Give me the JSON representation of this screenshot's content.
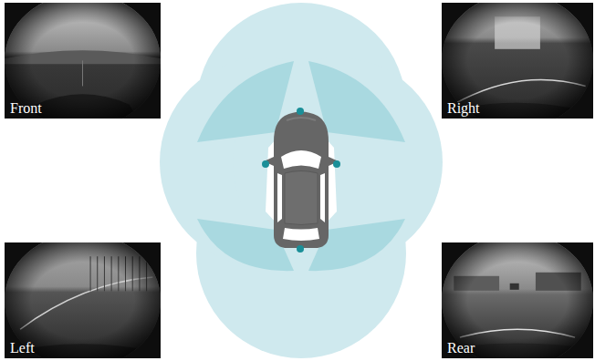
{
  "diagram": {
    "nodes": [
      {
        "text": [
          "Front"
        ]
      },
      {
        "text": [
          "Right"
        ]
      },
      {
        "text": [
          "Left"
        ]
      },
      {
        "text": [
          "Rear"
        ]
      }
    ]
  }
}
